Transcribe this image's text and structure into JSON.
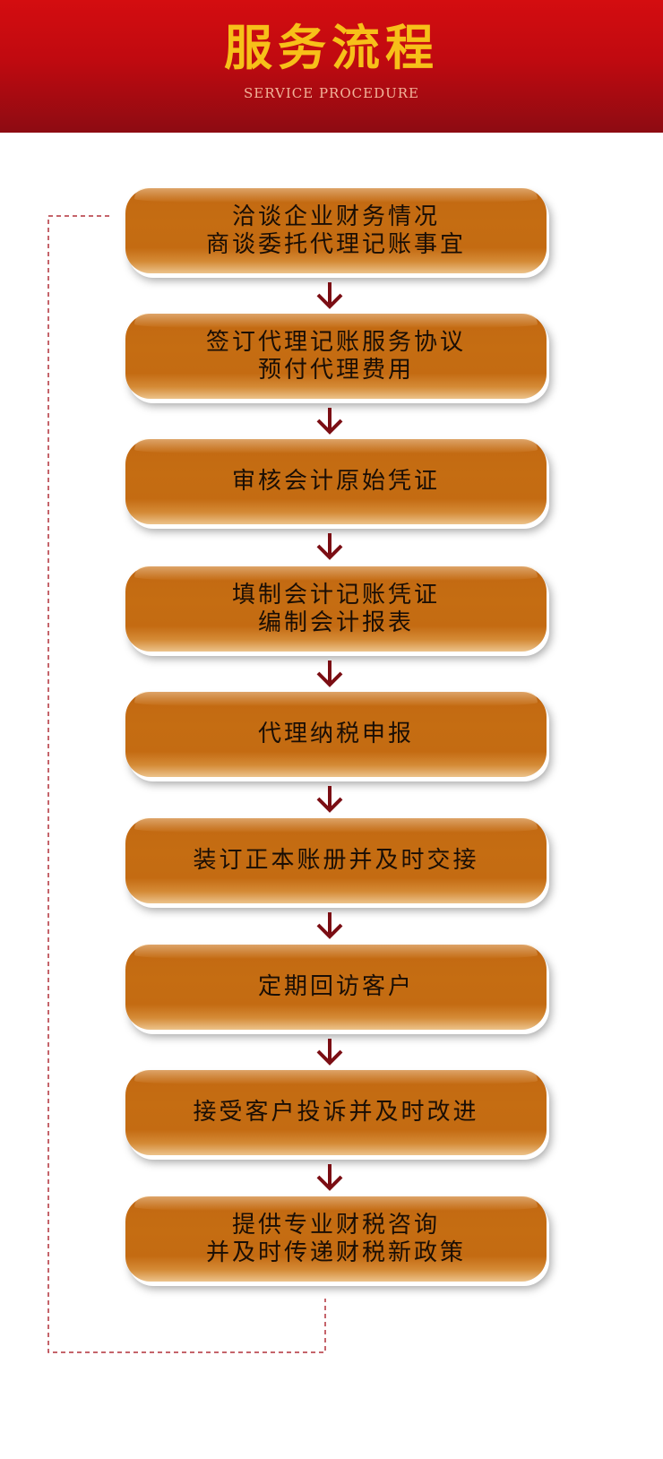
{
  "header": {
    "title": "服务流程",
    "subtitle": "SERVICE PROCEDURE"
  },
  "colors": {
    "header_red": "#c00a10",
    "title_gold": "#f7c019",
    "step_orange": "#c56d12",
    "arrow_red": "#7b0e14",
    "loop_line": "#b2303a"
  },
  "steps": [
    {
      "line1": "洽谈企业财务情况",
      "line2": "商谈委托代理记账事宜"
    },
    {
      "line1": "签订代理记账服务协议",
      "line2": "预付代理费用"
    },
    {
      "line1": "审核会计原始凭证",
      "line2": ""
    },
    {
      "line1": "填制会计记账凭证",
      "line2": "编制会计报表"
    },
    {
      "line1": "代理纳税申报",
      "line2": ""
    },
    {
      "line1": "装订正本账册并及时交接",
      "line2": ""
    },
    {
      "line1": "定期回访客户",
      "line2": ""
    },
    {
      "line1": "接受客户投诉并及时改进",
      "line2": ""
    },
    {
      "line1": "提供专业财税咨询",
      "line2": "并及时传递财税新政策"
    }
  ],
  "arrow_icon": "arrow-down-icon"
}
